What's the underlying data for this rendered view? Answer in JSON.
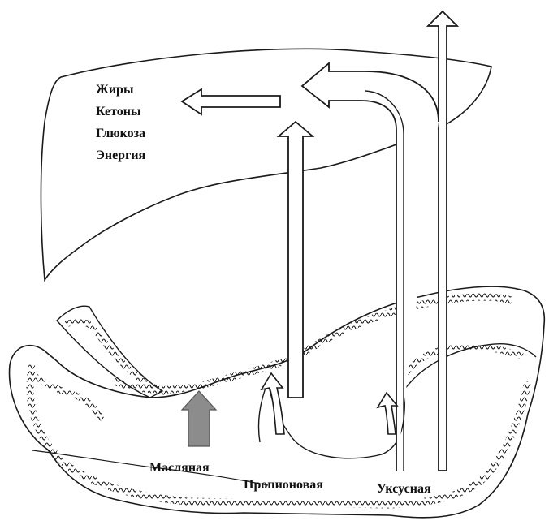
{
  "liver": {
    "products": [
      "Жиры",
      "Кетоны",
      "Глюкоза",
      "Энергия"
    ]
  },
  "acids": {
    "butyric": "Масляная",
    "propionic": "Пропионовая",
    "acetic": "Уксусная"
  },
  "colors": {
    "line": "#1a1a1a",
    "butyric_arrow": "#8c8c8c",
    "background": "#ffffff"
  }
}
